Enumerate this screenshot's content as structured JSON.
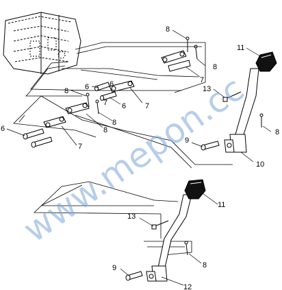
{
  "diagram": {
    "callouts": [
      {
        "id": "c1",
        "label": "8"
      },
      {
        "id": "c2",
        "label": "8"
      },
      {
        "id": "c3",
        "label": "11"
      },
      {
        "id": "c4",
        "label": "7"
      },
      {
        "id": "c5",
        "label": "13"
      },
      {
        "id": "c6",
        "label": "8"
      },
      {
        "id": "c7",
        "label": "6"
      },
      {
        "id": "c8",
        "label": "8"
      },
      {
        "id": "c9",
        "label": "6"
      },
      {
        "id": "c10",
        "label": "7"
      },
      {
        "id": "c11",
        "label": "8"
      },
      {
        "id": "c12",
        "label": "6"
      },
      {
        "id": "c13",
        "label": "7"
      },
      {
        "id": "c14",
        "label": "6"
      },
      {
        "id": "c15",
        "label": "7"
      },
      {
        "id": "c16",
        "label": "9"
      },
      {
        "id": "c17",
        "label": "10"
      },
      {
        "id": "c18",
        "label": "11"
      },
      {
        "id": "c19",
        "label": "13"
      },
      {
        "id": "c20",
        "label": "8"
      },
      {
        "id": "c21",
        "label": "9"
      },
      {
        "id": "c22",
        "label": "12"
      }
    ]
  },
  "watermark": {
    "text": "www.mepon.cc",
    "color": "#7ea7d8"
  }
}
